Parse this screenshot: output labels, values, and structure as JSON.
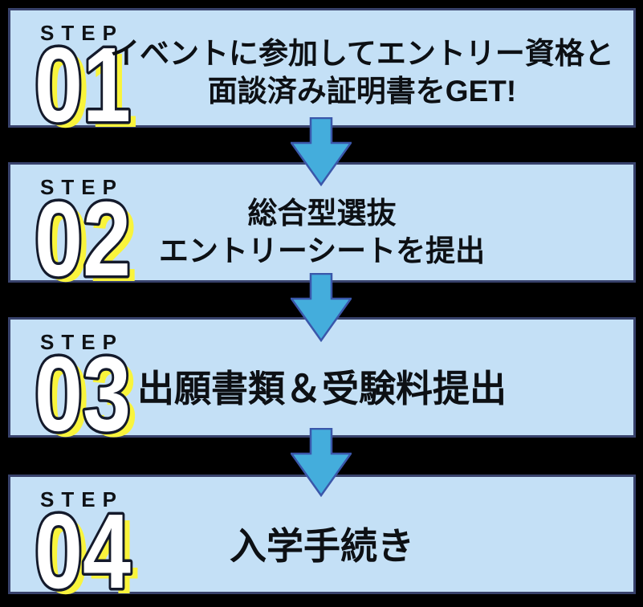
{
  "colors": {
    "background": "#000000",
    "box_fill": "#c4e0f6",
    "box_border": "#38426c",
    "arrow_fill": "#44addc",
    "arrow_border": "#3a57aa",
    "number_fill": "#ffffff",
    "number_outline": "#141a2b",
    "number_shadow_yellow": "#f9f43c",
    "text_color": "#0d1014"
  },
  "steps": [
    {
      "step_label": "STEP",
      "number": "01",
      "lines": [
        "イベントに参加してエントリー資格と",
        "面談済み証明書をGET!"
      ]
    },
    {
      "step_label": "STEP",
      "number": "02",
      "lines": [
        "総合型選抜",
        "エントリーシートを提出"
      ]
    },
    {
      "step_label": "STEP",
      "number": "03",
      "lines": [
        "出願書類＆受験料提出"
      ]
    },
    {
      "step_label": "STEP",
      "number": "04",
      "lines": [
        "入学手続き"
      ]
    }
  ],
  "arrows": [
    {
      "name": "arrow-step1-to-step2"
    },
    {
      "name": "arrow-step2-to-step3"
    },
    {
      "name": "arrow-step3-to-step4"
    }
  ]
}
